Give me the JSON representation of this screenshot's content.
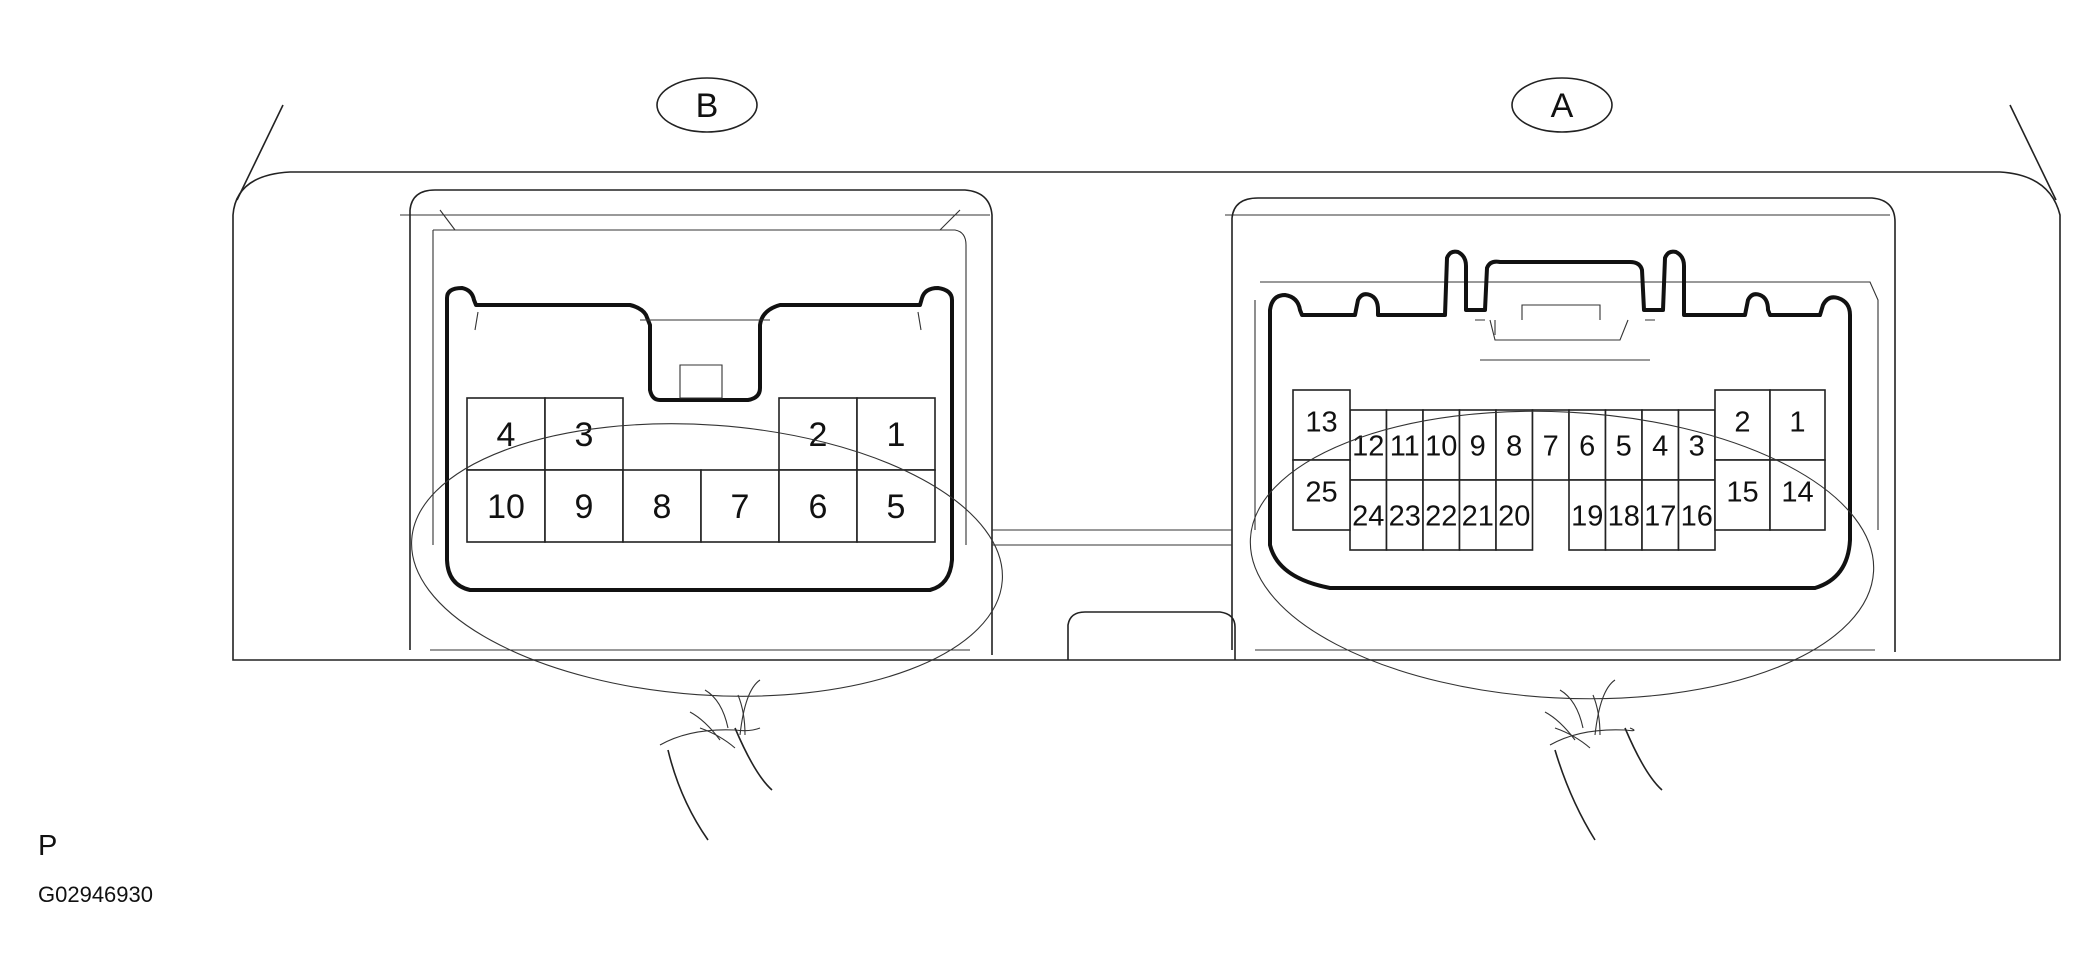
{
  "connectors": {
    "B": {
      "label": "B",
      "pins": [
        {
          "n": "4",
          "c": 0,
          "r": 0
        },
        {
          "n": "3",
          "c": 1,
          "r": 0
        },
        {
          "n": "2",
          "c": 4,
          "r": 0
        },
        {
          "n": "1",
          "c": 5,
          "r": 0
        },
        {
          "n": "10",
          "c": 0,
          "r": 1
        },
        {
          "n": "9",
          "c": 1,
          "r": 1
        },
        {
          "n": "8",
          "c": 2,
          "r": 1
        },
        {
          "n": "7",
          "c": 3,
          "r": 1
        },
        {
          "n": "6",
          "c": 4,
          "r": 1
        },
        {
          "n": "5",
          "c": 5,
          "r": 1
        }
      ]
    },
    "A": {
      "label": "A",
      "pins_top": [
        "12",
        "11",
        "10",
        "9",
        "8",
        "7",
        "6",
        "5",
        "4",
        "3"
      ],
      "pins_bottom": [
        "24",
        "23",
        "22",
        "21",
        "20",
        "",
        "19",
        "18",
        "17",
        "16"
      ],
      "pins_left": [
        "13",
        "25"
      ],
      "pins_right_top": [
        "2",
        "1"
      ],
      "pins_right_bottom": [
        "15",
        "14"
      ]
    }
  },
  "footer": {
    "page_letter": "P",
    "figure_code": "G02946930"
  }
}
